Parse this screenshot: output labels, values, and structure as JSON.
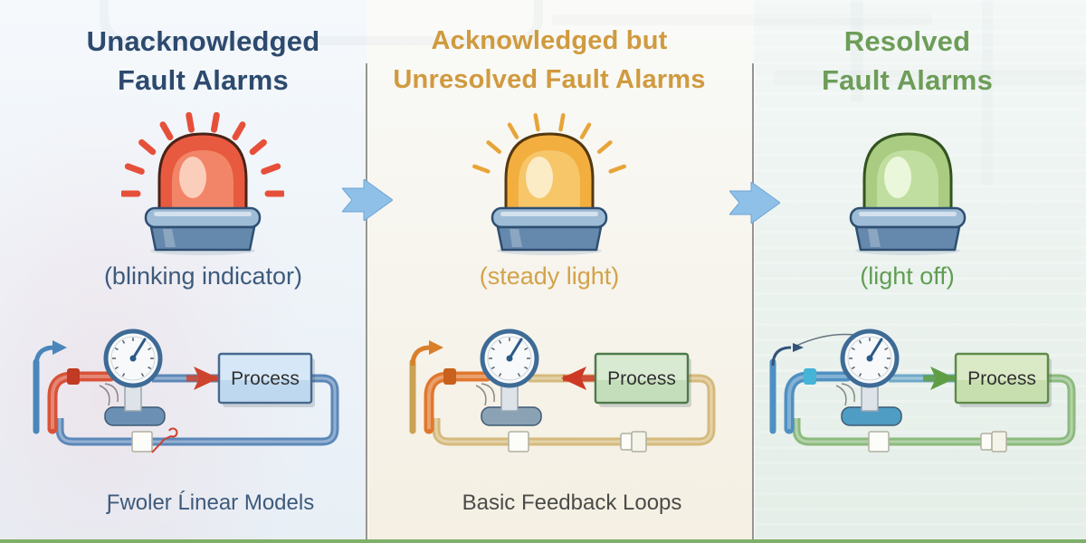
{
  "page": {
    "step_arrow_color": "#8fc0e8",
    "bottom_border_color": "#7fb069"
  },
  "panels": [
    {
      "title_line1": "Unacknowledged",
      "title_line2": "Fault Alarms",
      "title_color": "#2d4a6e",
      "caption": "(blinking indicator)",
      "caption_color": "#3d5a7c",
      "footer": "Ƒwoler Ĺinear Models",
      "footer_color": "#3d5a7c",
      "beacon": {
        "status": "blinking",
        "dome": "#e85a40",
        "dome_inner": "#f49070",
        "dome_highlight": "#fcd6c4",
        "outline": "#4a2318",
        "rays": "#e6503a",
        "base_top": "#9fbcd6",
        "base_body": "#6589ad",
        "base_outline": "#2f4f72"
      },
      "process": {
        "label": "Process",
        "text_color": "#303030",
        "pipe": "#5c88b8",
        "return_pipe": "#5c88b8",
        "inlet": "#d85238",
        "coupling": "#c03a24",
        "fixture": "#4a86ba",
        "hook": "#4a86ba",
        "arrow": "#cc4430",
        "arrow_dir": "right",
        "box_fill": "#d6e8f8",
        "box_fill_bottom": "#a9cbe8",
        "box_border": "#46688e",
        "gauge_rim": "#3e6b96",
        "gauge_needle": "#2b5a88",
        "mount": "#6b90b4"
      }
    },
    {
      "title_line1": "Acknowledged but",
      "title_line2": "Unresolved Fault Alarms",
      "title_color": "#d09a3e",
      "caption": "(steady light)",
      "caption_color": "#d4a249",
      "footer": "Basic Feedback Loops",
      "footer_color": "#4b4b48",
      "beacon": {
        "status": "steady",
        "dome": "#f2ae3e",
        "dome_inner": "#f6cc74",
        "dome_highlight": "#fdf0d0",
        "outline": "#54380f",
        "rays": "#e8a438",
        "base_top": "#9fbcd6",
        "base_body": "#6589ad",
        "base_outline": "#2f4f72"
      },
      "process": {
        "label": "Process",
        "text_color": "#303030",
        "pipe": "#d5ba7c",
        "return_pipe": "#d5ba7c",
        "inlet": "#e0772e",
        "coupling": "#c8601e",
        "fixture": "#c9a254",
        "hook": "#d97f2a",
        "arrow": "#cc3a26",
        "arrow_dir": "left",
        "box_fill": "#d9ead2",
        "box_fill_bottom": "#b2d2a6",
        "box_border": "#4d7a4a",
        "gauge_rim": "#3e6b96",
        "gauge_needle": "#2b5a88",
        "mount": "#8aa2b4"
      }
    },
    {
      "title_line1": "Resolved",
      "title_line2": "Fault Alarms",
      "title_color": "#6d9d58",
      "caption": "(light off)",
      "caption_color": "#5f9e52",
      "footer": "",
      "footer_color": "#4b4b48",
      "beacon": {
        "status": "off",
        "dome": "#a9cc82",
        "dome_inner": "#c6e2a6",
        "dome_highlight": "#effae0",
        "outline": "#33531f",
        "rays": "#a9cc82",
        "base_top": "#9fbcd6",
        "base_body": "#6589ad",
        "base_outline": "#2f4f72"
      },
      "process": {
        "label": "Process",
        "text_color": "#303030",
        "pipe": "#6fa9c9",
        "return_pipe": "#8cba7e",
        "inlet": "#4f90c2",
        "coupling": "#45b4d6",
        "fixture": "#4f90c2",
        "hook": "#33537a",
        "arrow": "#5f9e45",
        "arrow_dir": "right",
        "box_fill": "#daeac6",
        "box_fill_bottom": "#b8d49a",
        "box_border": "#5d8a48",
        "gauge_rim": "#3e6b96",
        "gauge_needle": "#2b5a88",
        "mount": "#4f9cc4"
      }
    }
  ]
}
